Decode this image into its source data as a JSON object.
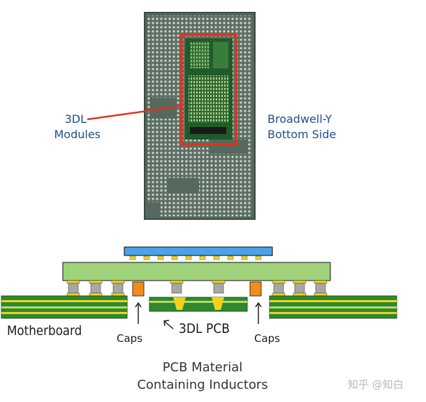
{
  "top_photo": {
    "left_label_line1": "3DL",
    "left_label_line2": "Modules",
    "right_label_line1": "Broadwell-Y",
    "right_label_line2": "Bottom Side"
  },
  "cross_section": {
    "motherboard_label": "Motherboard",
    "caps_left_label": "Caps",
    "caps_right_label": "Caps",
    "pcb_label": "3DL PCB",
    "material_line1": "PCB Material",
    "material_line2": "Containing Inductors"
  },
  "watermark": "知乎 @知白",
  "colors": {
    "label_blue": "#1f4e8c",
    "highlight_red": "#e0321e",
    "package_green": "#9fd27a",
    "board_green": "#2f8a2f",
    "trace_yellow": "#f2d21b",
    "die_blue": "#4aa3e6",
    "cap_orange": "#f28c1a"
  }
}
